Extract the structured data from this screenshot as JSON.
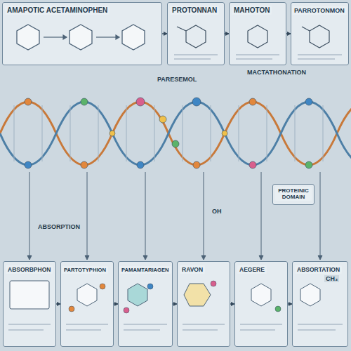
{
  "diagram": {
    "nodes": [
      {
        "text": [
          "AMAPOTIC ACETAMINOPHEN"
        ]
      },
      {
        "text": [
          "PROTONNAN"
        ]
      },
      {
        "text": [
          "MAHOTON"
        ]
      },
      {
        "text": [
          "PARROTONMON"
        ]
      },
      {
        "text": [
          "ABSORBPHON"
        ]
      },
      {
        "text": [
          "PARTOTYPHION"
        ]
      },
      {
        "text": [
          "PAMAMTARIAGEN"
        ]
      },
      {
        "text": [
          "RAVON"
        ]
      },
      {
        "text": [
          "AEGERE"
        ]
      },
      {
        "text": [
          "ABSORTATION"
        ]
      },
      {
        "text": [
          "PROTEINIC DOMAIN"
        ]
      }
    ],
    "edges": [
      {
        "from": 0,
        "to": 1,
        "arrow": "to"
      },
      {
        "from": 1,
        "to": 2,
        "arrow": "to"
      },
      {
        "from": 2,
        "to": 3,
        "arrow": "to"
      },
      {
        "from": 4,
        "to": 5,
        "arrow": "to"
      },
      {
        "from": 5,
        "to": 6,
        "arrow": "to"
      },
      {
        "from": 6,
        "to": 7,
        "arrow": "to"
      },
      {
        "from": 7,
        "to": 8,
        "arrow": "to"
      },
      {
        "from": 8,
        "to": 9,
        "arrow": "to"
      }
    ],
    "labels": [
      "PARESEMOL",
      "MACTATHONATION",
      "ABSORPTION",
      "OH",
      "CH₃"
    ]
  }
}
